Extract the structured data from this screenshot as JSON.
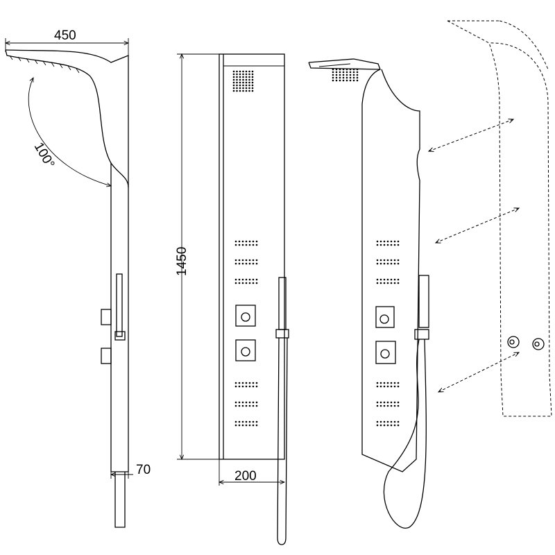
{
  "dimensions": {
    "head_depth": "450",
    "head_angle": "100°",
    "panel_height": "1450",
    "panel_depth": "70",
    "panel_width": "200"
  },
  "views": [
    "side-view",
    "front-view",
    "perspective-view",
    "wall-mounting-view"
  ],
  "colors": {
    "line": "#000000",
    "background": "#ffffff"
  }
}
